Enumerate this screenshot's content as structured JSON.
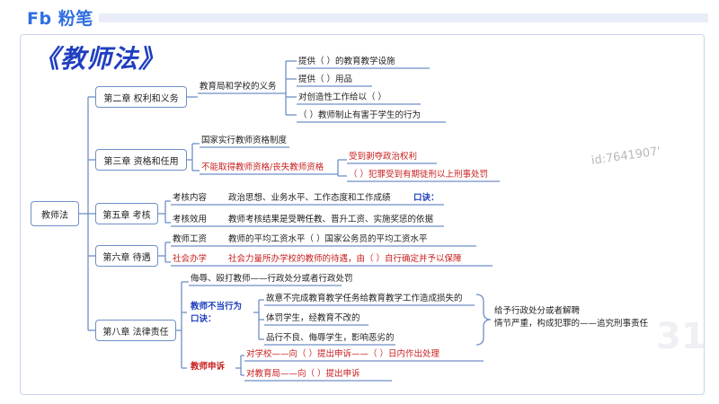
{
  "header": {
    "logo": "Fb 粉笔",
    "title": "《教师法》"
  },
  "watermark": "id:7641907'",
  "watermark_faint": "31",
  "root": "教师法",
  "chapters": {
    "ch2": {
      "label": "第二章   权利和义务",
      "branch": "教育局和学校的义务",
      "items": [
        "提供（          ）的教育教学设施",
        "提供（          ）用品",
        "对创造性工作给以（          ）",
        "（      ）教师制止有害于学生的行为"
      ]
    },
    "ch3": {
      "label": "第三章   资格和任用",
      "line1": "国家实行教师资格制度",
      "line2": "不能取得教师资格/丧失教师资格",
      "sub1": "受到剥夺政治权利",
      "sub2": "（   ）犯罪受到有期徒刑以上刑事处罚"
    },
    "ch5": {
      "label": "第五章   考核",
      "row1_key": "考核内容",
      "row1_val": "政治思想、业务水平、工作态度和工作成绩",
      "row1_tip": "口诀：",
      "row2_key": "考核效用",
      "row2_val": "教师考核结果是受聘任教、晋升工资、实施奖惩的依据"
    },
    "ch6": {
      "label": "第六章   待遇",
      "row1_key": "教师工资",
      "row1_val": "教师的平均工资水平（          ）国家公务员的平均工资水平",
      "row2_key": "社会办学",
      "row2_val": "社会力量所办学校的教师的待遇，由（     ）自行确定并予以保障"
    },
    "ch8": {
      "label": "第八章   法律责任",
      "top": "侮辱、殴打教师——行政处分或者行政处罚",
      "group_label_1": "教师不当行为",
      "group_label_2": "口诀：",
      "behaviors": [
        "故意不完成教育教学任务给教育教学工作造成损失的",
        "体罚学生，经教育不改的",
        "品行不良、侮辱学生，影响恶劣的"
      ],
      "consequence_1": "给予行政处分或者解聘",
      "consequence_2": "情节严重，构成犯罪的——追究刑事责任",
      "appeal_label": "教师申诉",
      "appeal_1": "对学校——向（        ）提出申诉——（     ）日内作出处理",
      "appeal_2": "对教育局——向（        ）提出申诉"
    }
  }
}
